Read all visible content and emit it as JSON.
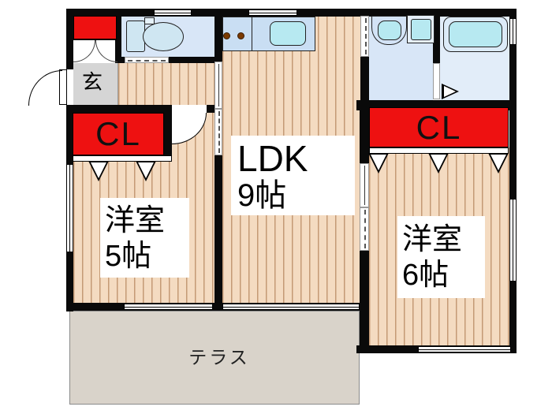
{
  "rooms": {
    "ldk": {
      "name": "LDK",
      "size": "9帖"
    },
    "west5": {
      "name": "洋室",
      "size": "5帖"
    },
    "west6": {
      "name": "洋室",
      "size": "6帖"
    }
  },
  "closets": {
    "left": "CL",
    "right": "CL"
  },
  "entrance": {
    "label": "玄"
  },
  "terrace": {
    "label": "テラス"
  },
  "colors": {
    "wall": "#0a0a0a",
    "closet_red": "#ee1111",
    "wood_floor": "#f4dbc1",
    "wood_stripe": "#a46e42",
    "water_area_floor": "#d8e6f7",
    "bathroom_floor": "#e2edf9",
    "fixture_cyan": "#b7e9f1",
    "kitchen_counter": "#c9def3",
    "genkan_gray": "#d5d5d5",
    "terrace_gray": "#d9d3ca",
    "burner_brown": "#7b3a00"
  }
}
